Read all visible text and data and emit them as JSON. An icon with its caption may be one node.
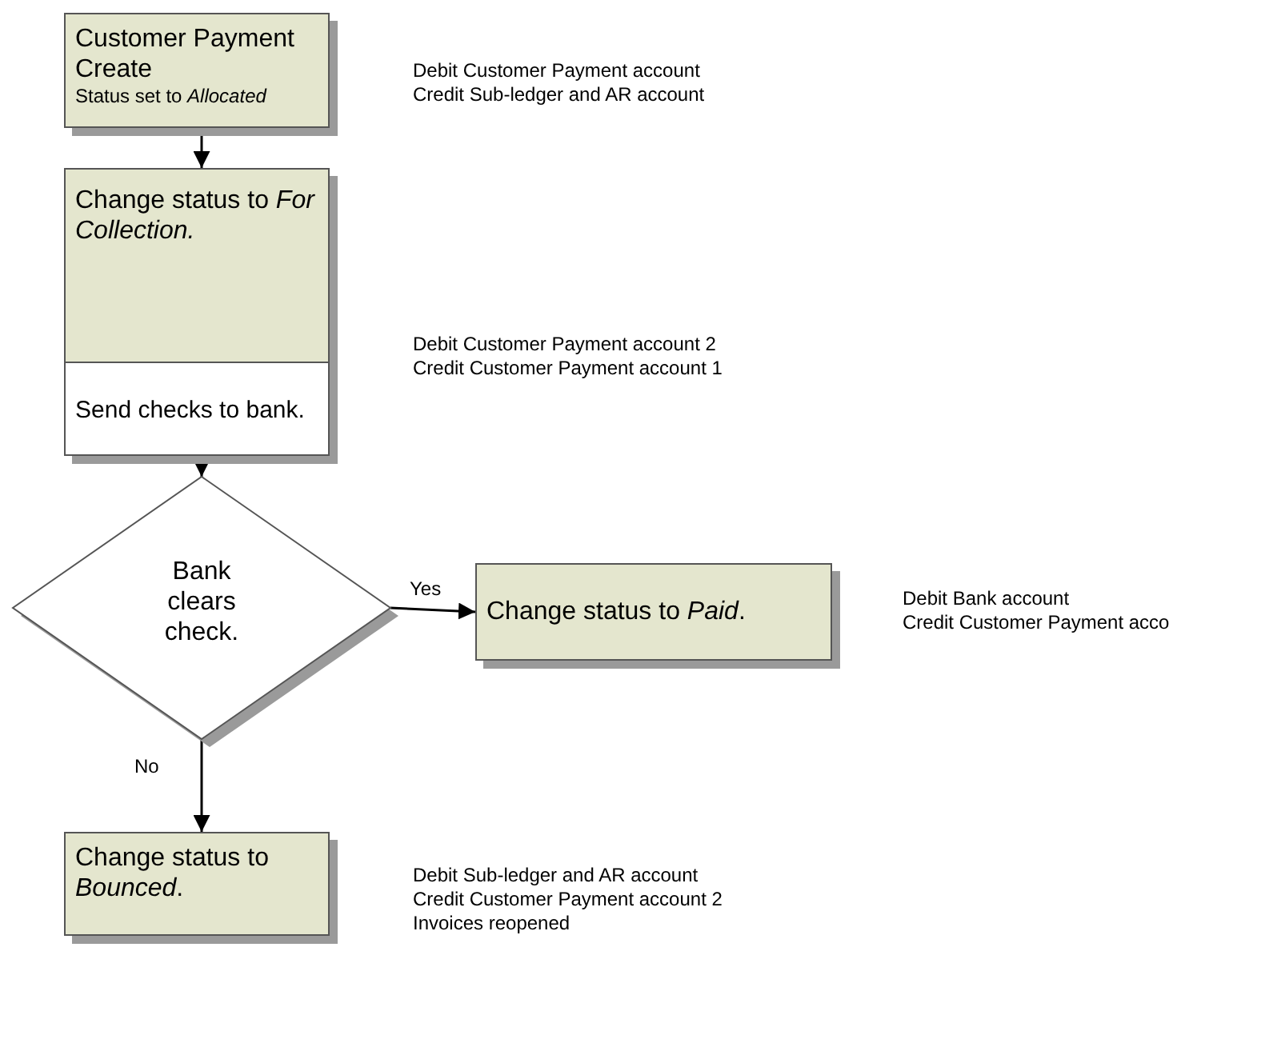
{
  "diagram": {
    "nodes": [
      {
        "text": [
          "Customer Payment Create",
          "Status set to *Allocated*"
        ],
        "beside": [
          "Debit Customer Payment account",
          "Credit Sub-ledger and AR account"
        ]
      },
      {
        "text": [
          "Change status to *For Collection.*",
          "Send checks to bank."
        ],
        "beside": [
          "Debit Customer Payment account 2",
          "Credit Customer Payment account 1"
        ]
      },
      {
        "text": [
          "Bank clears check."
        ]
      },
      {
        "text": [
          "Change status to *Paid*."
        ],
        "beside": [
          "Debit Bank account",
          "Credit Customer Payment acco"
        ]
      },
      {
        "text": [
          "Change status to *Bounced*."
        ],
        "beside": [
          "Debit Sub-ledger and AR account",
          "Credit Customer Payment account 2",
          "Invoices reopened"
        ]
      }
    ],
    "edges": [
      {
        "from": 0,
        "to": 1,
        "arrow": "to"
      },
      {
        "from": 1,
        "to": 2,
        "arrow": "to"
      },
      {
        "from": 2,
        "to": 3,
        "arrow": "to",
        "label": "Yes"
      },
      {
        "from": 2,
        "to": 4,
        "arrow": "to",
        "label": "No"
      }
    ]
  }
}
